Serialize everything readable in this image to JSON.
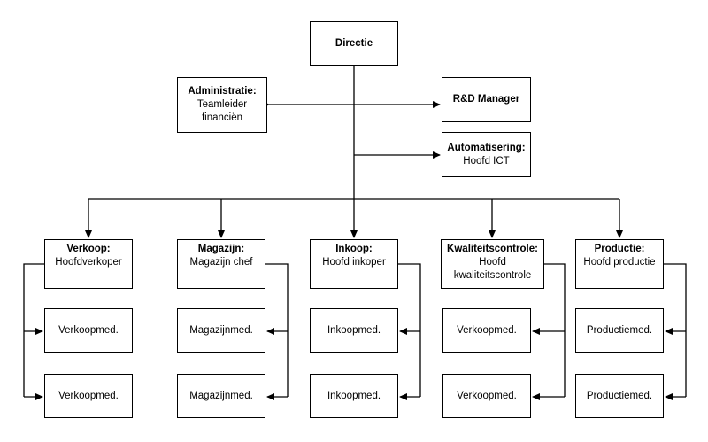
{
  "diagram": {
    "directie": {
      "title": "Directie",
      "subtitle": ""
    },
    "administratie": {
      "title": "Administratie:",
      "subtitle": "Teamleider financiën"
    },
    "rd": {
      "title": "R&D Manager",
      "subtitle": ""
    },
    "automatisering": {
      "title": "Automatisering:",
      "subtitle": "Hoofd ICT"
    },
    "departments": [
      {
        "title": "Verkoop:",
        "subtitle": "Hoofdverkoper",
        "staff": [
          "Verkoopmed.",
          "Verkoopmed."
        ]
      },
      {
        "title": "Magazijn:",
        "subtitle": "Magazijn chef",
        "staff": [
          "Magazijnmed.",
          "Magazijnmed."
        ]
      },
      {
        "title": "Inkoop:",
        "subtitle": "Hoofd inkoper",
        "staff": [
          "Inkoopmed.",
          "Inkoopmed."
        ]
      },
      {
        "title": "Kwaliteitscontrole:",
        "subtitle": "Hoofd kwaliteitscontrole",
        "staff": [
          "Verkoopmed.",
          "Verkoopmed."
        ]
      },
      {
        "title": "Productie:",
        "subtitle": "Hoofd productie",
        "staff": [
          "Productiemed.",
          "Productiemed."
        ]
      }
    ]
  }
}
